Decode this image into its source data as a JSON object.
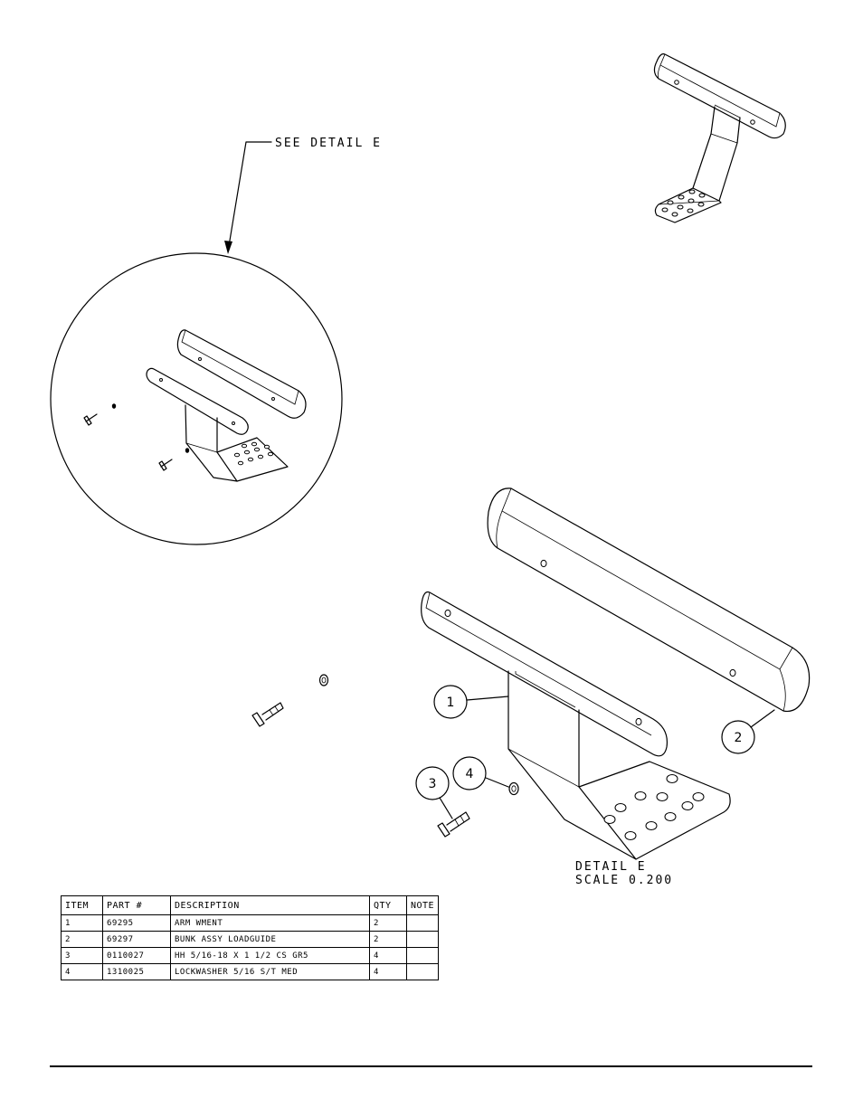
{
  "callout": {
    "see_detail": "SEE DETAIL  E"
  },
  "detail": {
    "title": "DETAIL  E",
    "scale": "SCALE  0.200"
  },
  "balloons": [
    "1",
    "2",
    "3",
    "4"
  ],
  "bom": {
    "headers": [
      "ITEM",
      "PART #",
      "DESCRIPTION",
      "QTY",
      "NOTE"
    ],
    "rows": [
      [
        "1",
        "69295",
        "ARM WMENT",
        "2",
        ""
      ],
      [
        "2",
        "69297",
        "BUNK ASSY   LOADGUIDE",
        "2",
        ""
      ],
      [
        "3",
        "0110027",
        "HH 5/16-18 X 1 1/2 CS GR5",
        "4",
        ""
      ],
      [
        "4",
        "1310025",
        "LOCKWASHER 5/16 S/T MED",
        "4",
        ""
      ]
    ]
  }
}
